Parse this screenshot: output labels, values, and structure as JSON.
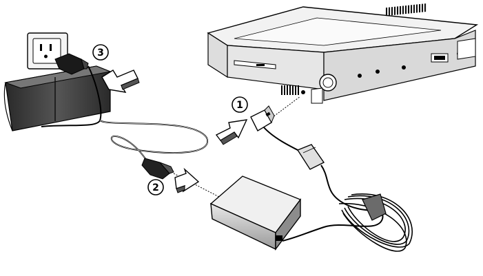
{
  "steps": [
    {
      "number": "1"
    },
    {
      "number": "2"
    },
    {
      "number": "3"
    }
  ],
  "colors": {
    "ink": "#000000",
    "laptop_fill": "#e6e6e6",
    "laptop_top": "#f2f2f2",
    "ledge_fill": "#3a3a3a",
    "adapter_fill": "#d9d9d9",
    "arrow_fill": "#ffffff"
  },
  "icons": [
    "outlet-icon",
    "power-plug-icon",
    "dc-plug-icon",
    "ac-connector-icon",
    "insert-arrow-icon"
  ]
}
